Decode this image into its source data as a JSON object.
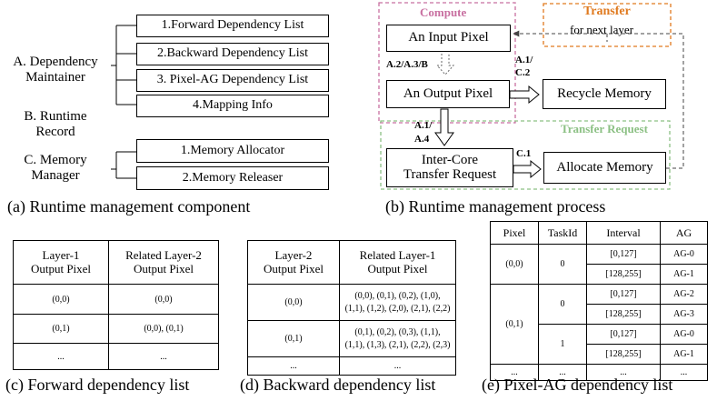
{
  "panel_a": {
    "group_a_label_1": "A. Dependency",
    "group_a_label_2": "Maintainer",
    "group_b_label_1": "B. Runtime",
    "group_b_label_2": "Record",
    "group_c_label_1": "C. Memory",
    "group_c_label_2": "Manager",
    "items_a": [
      "1.Forward Dependency List",
      "2.Backward Dependency List",
      "3. Pixel-AG Dependency List",
      "4.Mapping Info"
    ],
    "items_c": [
      "1.Memory Allocator",
      "2.Memory Releaser"
    ],
    "caption": "(a) Runtime management component"
  },
  "panel_b": {
    "compute_title": "Compute",
    "transfer_title": "Transfer",
    "transfer_sub": "for next layer",
    "transfer_request_title": "Transfer Request",
    "input_pixel": "An Input Pixel",
    "output_pixel": "An Output Pixel",
    "recycle_memory": "Recycle Memory",
    "inter_core_1": "Inter-Core",
    "inter_core_2": "Transfer Request",
    "allocate_memory": "Allocate Memory",
    "step_a2": "A.2/A.3/B",
    "step_a1_c2_1": "A.1/",
    "step_a1_c2_2": "C.2",
    "step_a1_a4_1": "A.1/",
    "step_a1_a4_2": "A.4",
    "step_c1": "C.1",
    "caption": "(b) Runtime management process",
    "colors": {
      "compute": "#c86fa0",
      "transfer": "#e07a1f",
      "transfer_request": "#8cc084"
    }
  },
  "panel_c": {
    "headers": [
      [
        "Layer-1",
        "Output Pixel"
      ],
      [
        "Related Layer-2",
        "Output Pixel"
      ]
    ],
    "rows": [
      [
        "(0,0)",
        "(0,0)"
      ],
      [
        "(0,1)",
        "(0,0), (0,1)"
      ],
      [
        "...",
        "..."
      ]
    ],
    "caption": "(c) Forward dependency list"
  },
  "panel_d": {
    "headers": [
      [
        "Layer-2",
        "Output Pixel"
      ],
      [
        "Related Layer-1",
        "Output Pixel"
      ]
    ],
    "rows": [
      [
        "(0,0)",
        "(0,0), (0,1), (0,2), (1,0),",
        "(1,1), (1,2), (2,0), (2,1), (2,2)"
      ],
      [
        "(0,1)",
        "(0,1), (0,2), (0,3), (1,1),",
        "(1,1), (1,3), (2,1), (2,2), (2,3)"
      ],
      [
        "...",
        "...",
        ""
      ]
    ],
    "caption": "(d) Backward dependency list"
  },
  "panel_e": {
    "headers": [
      "Pixel",
      "TaskId",
      "Interval",
      "AG"
    ],
    "pixel_00": "(0,0)",
    "pixel_01": "(0,1)",
    "task_0": "0",
    "task_0b": "0",
    "task_1": "1",
    "intervals": [
      "[0,127]",
      "[128,255]",
      "[0,127]",
      "[128,255]",
      "[0,127]",
      "[128,255]"
    ],
    "ags": [
      "AG-0",
      "AG-1",
      "AG-2",
      "AG-3",
      "AG-0",
      "AG-1"
    ],
    "ellipsis": [
      "...",
      "...",
      "...",
      "..."
    ],
    "caption": "(e) Pixel-AG dependency list"
  }
}
